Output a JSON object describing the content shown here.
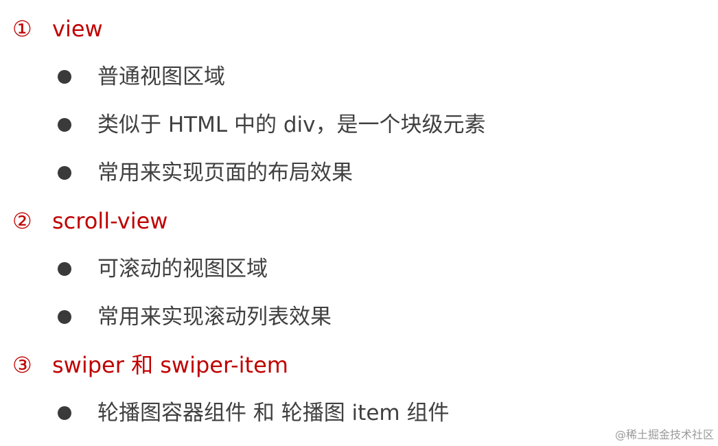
{
  "sections": [
    {
      "number": "①",
      "title": "view",
      "items": [
        "普通视图区域",
        "类似于 HTML 中的 div，是一个块级元素",
        "常用来实现页面的布局效果"
      ]
    },
    {
      "number": "②",
      "title": "scroll-view",
      "items": [
        "可滚动的视图区域",
        "常用来实现滚动列表效果"
      ]
    },
    {
      "number": "③",
      "title": "swiper 和 swiper-item",
      "items": [
        "轮播图容器组件 和 轮播图 item 组件"
      ]
    }
  ],
  "watermark": "@稀土掘金技术社区"
}
